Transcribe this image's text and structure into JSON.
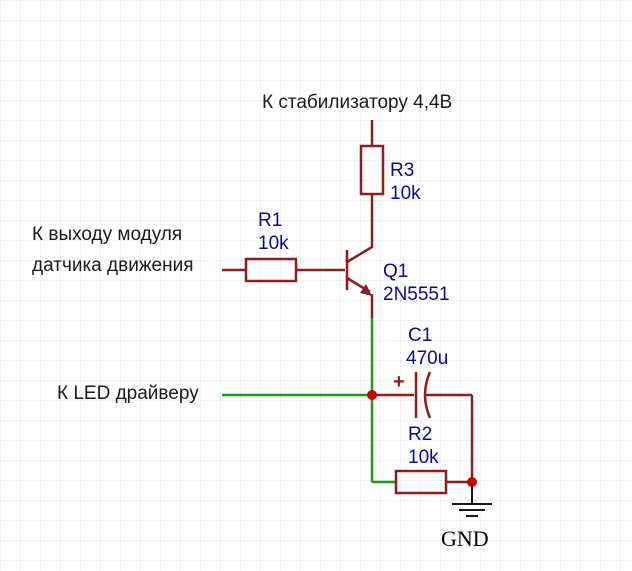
{
  "colors": {
    "grid": "#e6e6e6",
    "component": "#8b1e1e",
    "wire_signal": "#1a9a1a",
    "junction": "#cc0000",
    "label_text": "#1a1a1a",
    "ref_text": "#0a0a8a"
  },
  "labels": {
    "supply": "К стабилизатору 4,4В",
    "sensor_line1": "К выходу модуля",
    "sensor_line2": "датчика движения",
    "led_driver": "К LED драйверу",
    "gnd": "GND"
  },
  "components": {
    "r1": {
      "ref": "R1",
      "value": "10k"
    },
    "r2": {
      "ref": "R2",
      "value": "10k"
    },
    "r3": {
      "ref": "R3",
      "value": "10k"
    },
    "q1": {
      "ref": "Q1",
      "value": "2N5551"
    },
    "c1": {
      "ref": "C1",
      "value": "470u",
      "polarity": "+"
    }
  }
}
